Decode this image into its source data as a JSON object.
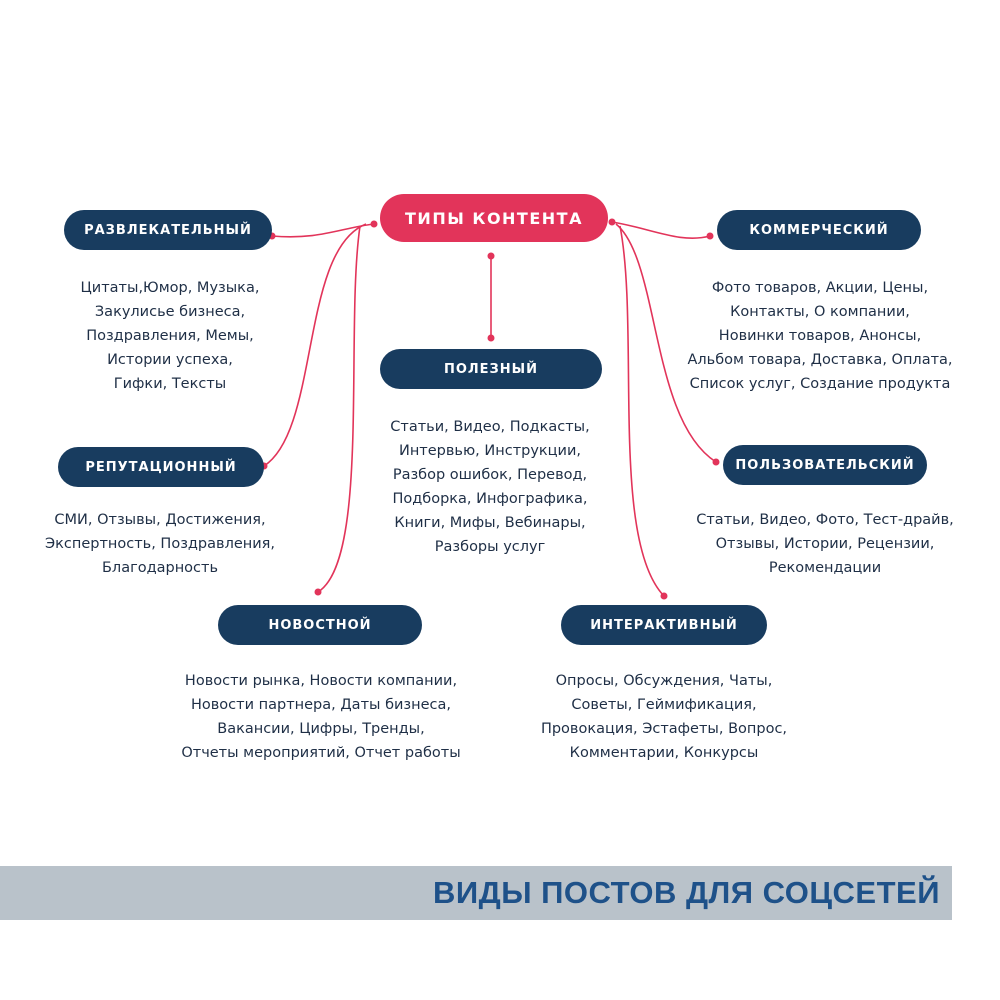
{
  "root": {
    "label": "ТИПЫ КОНТЕНТА"
  },
  "categories": {
    "entertainment": {
      "label": "РАЗВЛЕКАТЕЛЬНЫЙ",
      "items": [
        "Цитаты,Юмор, Музыка,",
        "Закулисье бизнеса,",
        "Поздравления, Мемы,",
        "Истории успеха,",
        "Гифки, Тексты"
      ]
    },
    "reputation": {
      "label": "РЕПУТАЦИОННЫЙ",
      "items": [
        "СМИ, Отзывы, Достижения,",
        "Экспертность, Поздравления,",
        "Благодарность"
      ]
    },
    "news": {
      "label": "НОВОСТНОЙ",
      "items": [
        "Новости рынка, Новости компании,",
        "Новости партнера, Даты бизнеса,",
        "Вакансии, Цифры, Тренды,",
        "Отчеты мероприятий, Отчет работы"
      ]
    },
    "useful": {
      "label": "ПОЛЕЗНЫЙ",
      "items": [
        "Статьи, Видео, Подкасты,",
        "Интервью, Инструкции,",
        "Разбор ошибок, Перевод,",
        "Подборка, Инфографика,",
        "Книги, Мифы, Вебинары,",
        "Разборы услуг"
      ]
    },
    "commercial": {
      "label": "КОММЕРЧЕСКИЙ",
      "items": [
        "Фото товаров, Акции, Цены,",
        "Контакты, О компании,",
        "Новинки товаров, Анонсы,",
        "Альбом товара, Доставка, Оплата,",
        "Список услуг, Создание продукта"
      ]
    },
    "user": {
      "label": "ПОЛЬЗОВАТЕЛЬСКИЙ",
      "items": [
        "Статьи, Видео, Фото, Тест-драйв,",
        "Отзывы, Истории, Рецензии,",
        "Рекомендации"
      ]
    },
    "interactive": {
      "label": "ИНТЕРАКТИВНЫЙ",
      "items": [
        "Опросы, Обсуждения, Чаты,",
        "Советы, Геймификация,",
        "Провокация, Эстафеты, Вопрос,",
        "Комментарии, Конкурсы"
      ]
    }
  },
  "footer": {
    "title": "ВИДЫ ПОСТОВ ДЛЯ СОЦСЕТЕЙ"
  },
  "colors": {
    "accent": "#e2345a",
    "node": "#183c5f",
    "text": "#1f2f46",
    "footer_band": "#b9c2ca",
    "footer_text": "#1e5189"
  }
}
